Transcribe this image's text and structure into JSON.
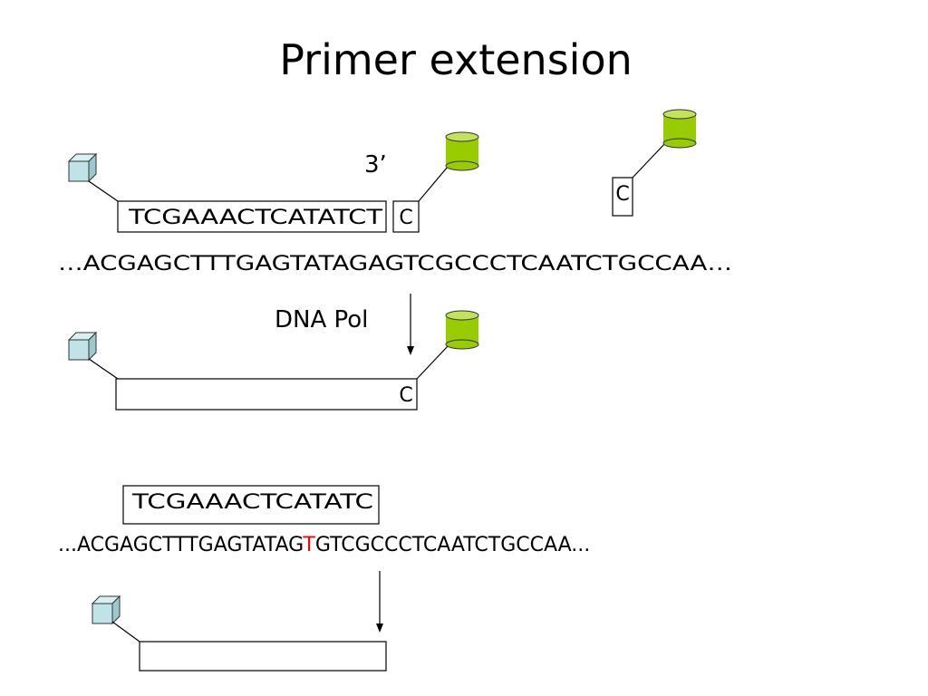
{
  "title": "Primer extension",
  "colors": {
    "cube_front": "#bfe3e6",
    "cube_top": "#d9f0f2",
    "cube_side": "#9cc9cd",
    "cylinder_body": "#99cc00",
    "cylinder_top": "#c4e35c",
    "highlight_base": "#ff0000"
  },
  "panel1": {
    "three_prime_label": "3’",
    "primer_sequence": "TCGAAACTCATATCT",
    "ddntp_base": "C",
    "free_ddntp_base": "C",
    "template_sequence": "…ACGAGCTTTGAGTATAGAGTCGCCCTCAATCTGCCAA…"
  },
  "panel2": {
    "enzyme_label": "DNA Pol",
    "extended_base": "C"
  },
  "panel3": {
    "primer_sequence": "TCGAAACTCATATC",
    "template_prefix": "...ACGAGCTTTGAGTATAG",
    "template_variant_base": "T",
    "template_suffix": "GTCGCCCTCAATCTGCCAA..."
  },
  "icons": [
    "fluorophore-cube-icon",
    "ddntp-cylinder-icon",
    "arrow-down-icon"
  ]
}
